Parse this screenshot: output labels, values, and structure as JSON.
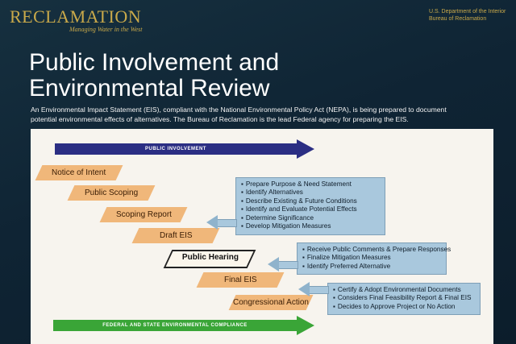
{
  "header": {
    "logo": "RECLAMATION",
    "tagline": "Managing Water in the West",
    "agency_line1": "U.S. Department of the Interior",
    "agency_line2": "Bureau of Reclamation"
  },
  "title": {
    "line1": "Public Involvement and",
    "line2": "Environmental Review"
  },
  "intro": {
    "line1": "An Environmental Impact Statement (EIS), compliant with the National Environmental Policy Act (NEPA), is being prepared to document",
    "line2": "potential environmental effects of alternatives. The Bureau of Reclamation is the lead Federal agency for preparing the EIS."
  },
  "diagram": {
    "top_arrow": {
      "label": "PUBLIC INVOLVEMENT",
      "color": "#2b2e83"
    },
    "bottom_arrow": {
      "label": "FEDERAL AND STATE ENVIRONMENTAL COMPLIANCE",
      "color": "#3aa537"
    },
    "steps": [
      {
        "label": "Notice of Intent"
      },
      {
        "label": "Public Scoping"
      },
      {
        "label": "Scoping Report"
      },
      {
        "label": "Draft EIS"
      },
      {
        "label": "Public Hearing",
        "highlighted": true
      },
      {
        "label": "Final EIS"
      },
      {
        "label": "Congressional Action"
      }
    ],
    "boxes": [
      {
        "items": [
          "Prepare Purpose & Need Statement",
          "Identify Alternatives",
          "Describe Existing & Future Conditions",
          "Identify and Evaluate Potential Effects",
          "Determine Significance",
          "Develop Mitigation Measures"
        ]
      },
      {
        "items": [
          "Receive Public Comments & Prepare Responses",
          "Finalize Mitigation Measures",
          "Identify Preferred Alternative"
        ]
      },
      {
        "items": [
          "Certify & Adopt Environmental Documents",
          "Considers Final Feasibility Report & Final EIS",
          "Decides to Approve Project or No Action"
        ]
      }
    ],
    "step_color": "#f0b77a",
    "box_color": "#a9c8dd"
  }
}
